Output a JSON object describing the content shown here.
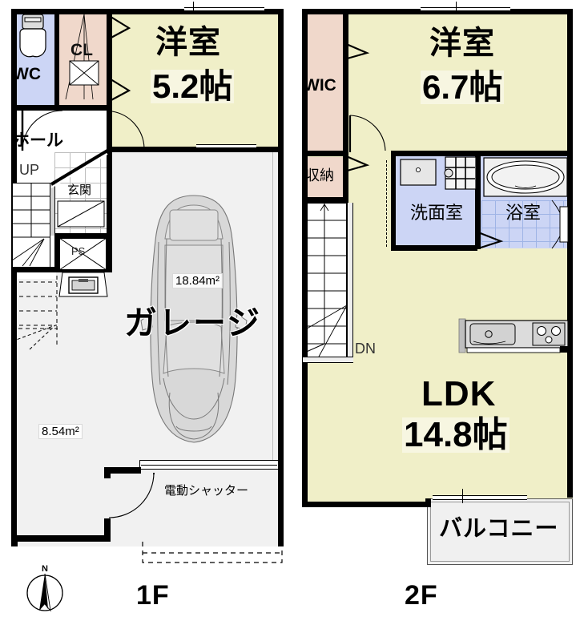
{
  "document": {
    "type": "floor-plan",
    "title": "2-story house floor plan with garage",
    "floors": [
      "1F",
      "2F"
    ]
  },
  "colors": {
    "room_fill": "#f0efc8",
    "closet_fill": "#f0d8cb",
    "wet_area_fill": "#ccd5f5",
    "neutral_fill": "#f1f1f1",
    "wall": "#000000",
    "balcony_fill": "#f0f0f0"
  },
  "floor1": {
    "label": "1F",
    "rooms": [
      {
        "id": "wc",
        "name": "WC",
        "fill": "wet"
      },
      {
        "id": "cl",
        "name": "CL",
        "fill": "closet"
      },
      {
        "id": "washitsu",
        "name": "洋室",
        "size": "5.2帖",
        "fill": "room"
      },
      {
        "id": "hall",
        "name": "ホール",
        "fill": "neutral"
      },
      {
        "id": "genkan",
        "name": "玄関",
        "fill": "neutral"
      },
      {
        "id": "ps",
        "name": "PS",
        "fill": "white"
      },
      {
        "id": "garage",
        "name": "ガレージ",
        "fill": "neutral"
      }
    ],
    "annotations": {
      "stairs_up": "UP",
      "garage_area": "18.84m²",
      "porch_area": "8.54m²",
      "shutter": "電動シャッター"
    }
  },
  "floor2": {
    "label": "2F",
    "rooms": [
      {
        "id": "wic",
        "name": "WIC",
        "fill": "closet"
      },
      {
        "id": "shunou",
        "name": "収納",
        "fill": "closet"
      },
      {
        "id": "washitsu2",
        "name": "洋室",
        "size": "6.7帖",
        "fill": "room"
      },
      {
        "id": "senmen",
        "name": "洗面室",
        "fill": "wet"
      },
      {
        "id": "yokushitsu",
        "name": "浴室",
        "fill": "wet"
      },
      {
        "id": "ldk",
        "name": "LDK",
        "size": "14.8帖",
        "fill": "room"
      },
      {
        "id": "balcony",
        "name": "バルコニー",
        "fill": "balcony"
      }
    ],
    "annotations": {
      "stairs_down": "DN"
    }
  },
  "compass": {
    "label": "N",
    "direction": "north"
  }
}
